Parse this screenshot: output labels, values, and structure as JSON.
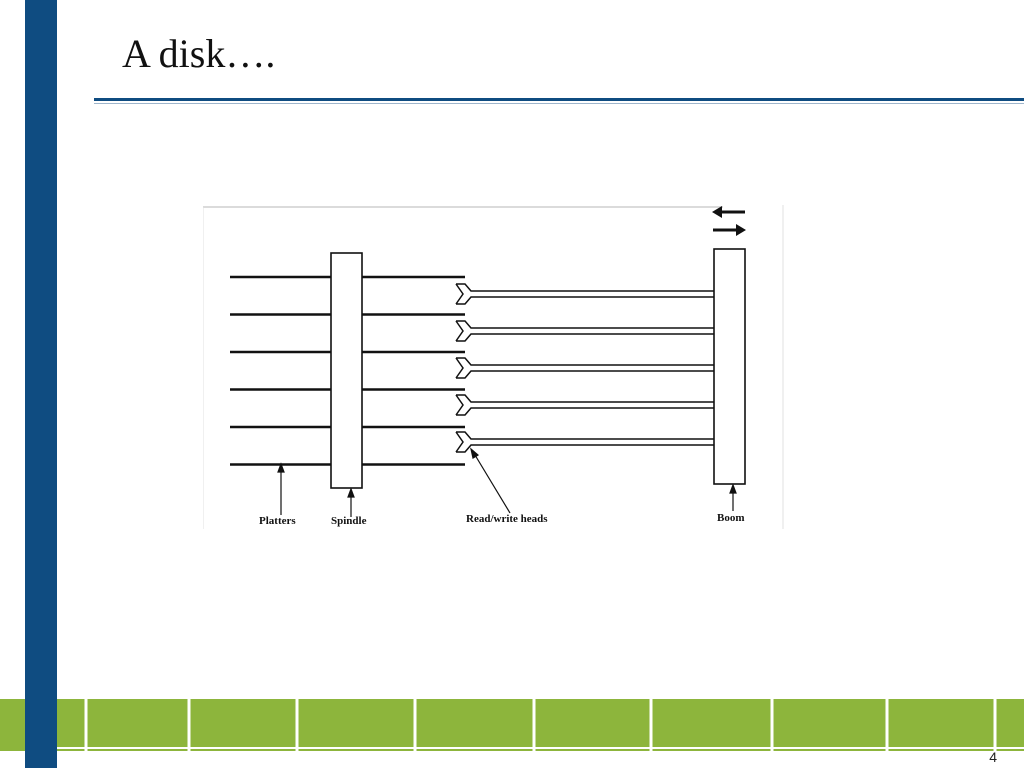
{
  "slide": {
    "title": "A disk….",
    "page_number": "4"
  },
  "diagram": {
    "labels": {
      "platters": "Platters",
      "spindle": "Spindle",
      "heads": "Read/write heads",
      "boom": "Boom"
    },
    "platter_count": 6,
    "head_count": 5
  },
  "colors": {
    "accent_blue": "#0f4c81",
    "accent_green": "#8db53c",
    "ink": "#111111"
  }
}
